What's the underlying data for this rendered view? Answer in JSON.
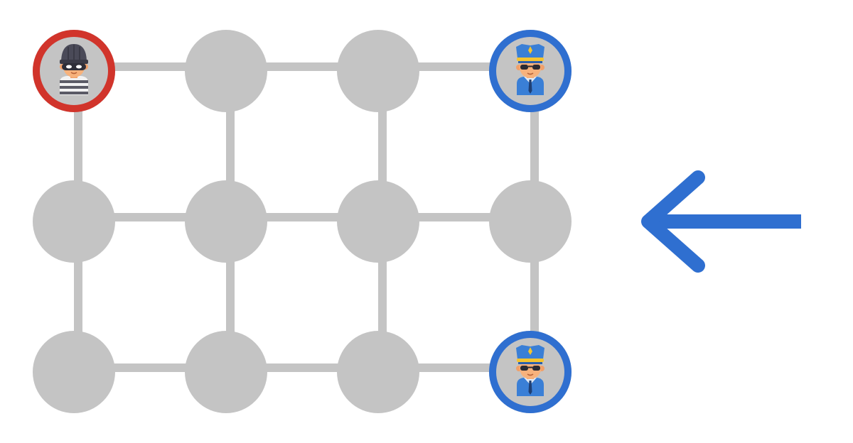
{
  "graph": {
    "rows": 3,
    "cols": 4,
    "node_color": "#c4c4c4",
    "edge_color": "#c4c4c4"
  },
  "pieces": [
    {
      "role": "robber",
      "row": 0,
      "col": 0,
      "ring_color": "#d1342b",
      "icon": "robber-icon"
    },
    {
      "role": "cop",
      "row": 0,
      "col": 3,
      "ring_color": "#2f6fd0",
      "icon": "police-officer-icon"
    },
    {
      "role": "cop",
      "row": 2,
      "col": 3,
      "ring_color": "#2f6fd0",
      "icon": "police-officer-icon"
    }
  ],
  "move_arrow": {
    "direction": "left",
    "color": "#2f6fd0",
    "icon": "arrow-left-icon"
  }
}
